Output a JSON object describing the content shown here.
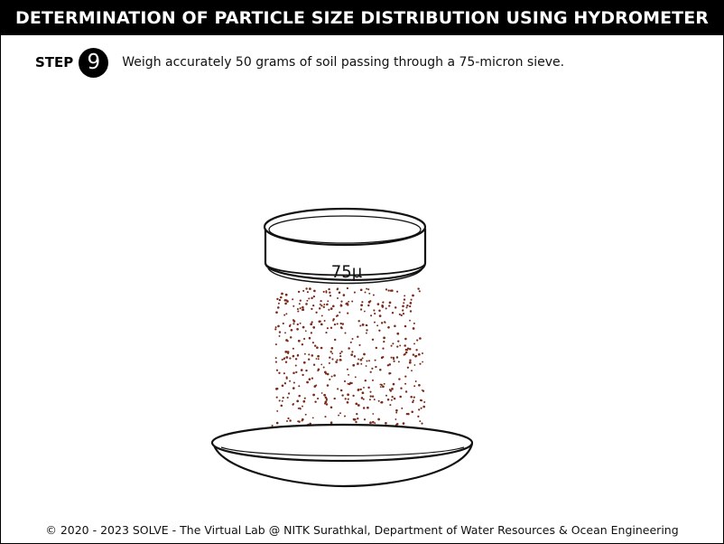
{
  "header": {
    "title": "DETERMINATION OF PARTICLE SIZE DISTRIBUTION USING HYDROMETER"
  },
  "step": {
    "label": "STEP",
    "number": "9",
    "instruction": "Weigh accurately 50 grams of soil passing through a 75-micron sieve."
  },
  "illustration": {
    "sieve_label": "75µ",
    "particle_color": "#7a2a1a"
  },
  "footer": {
    "text": "© 2020 - 2023 SOLVE - The Virtual Lab @ NITK Surathkal, Department of Water Resources & Ocean Engineering"
  }
}
